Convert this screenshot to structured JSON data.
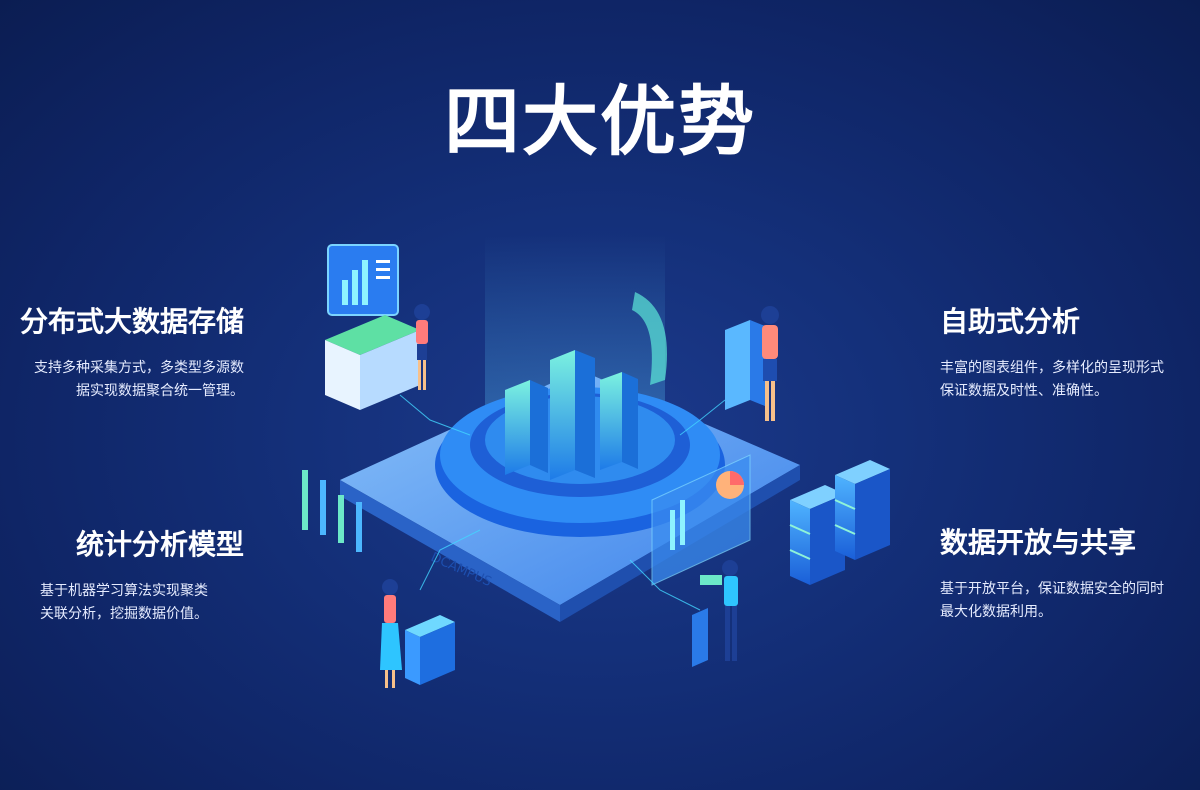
{
  "title": "四大优势",
  "features": [
    {
      "title": "分布式大数据存储",
      "desc_lines": [
        "支持多种采集方式，多类型多源数",
        "据实现数据聚合统一管理。"
      ]
    },
    {
      "title": "统计分析模型",
      "desc_lines": [
        "基于机器学习算法实现聚类",
        "关联分析，挖掘数据价值。"
      ]
    },
    {
      "title": "自助式分析",
      "desc_lines": [
        "丰富的图表组件，多样化的呈现形式",
        "保证数据及时性、准确性。"
      ]
    },
    {
      "title": "数据开放与共享",
      "desc_lines": [
        "基于开放平台，保证数据安全的同时",
        "最大化数据利用。"
      ]
    }
  ],
  "platform_label": "DCAMPUS",
  "colors": {
    "background": "#0f2566",
    "accent": "#2ec5ff",
    "green": "#7cf0b0"
  }
}
